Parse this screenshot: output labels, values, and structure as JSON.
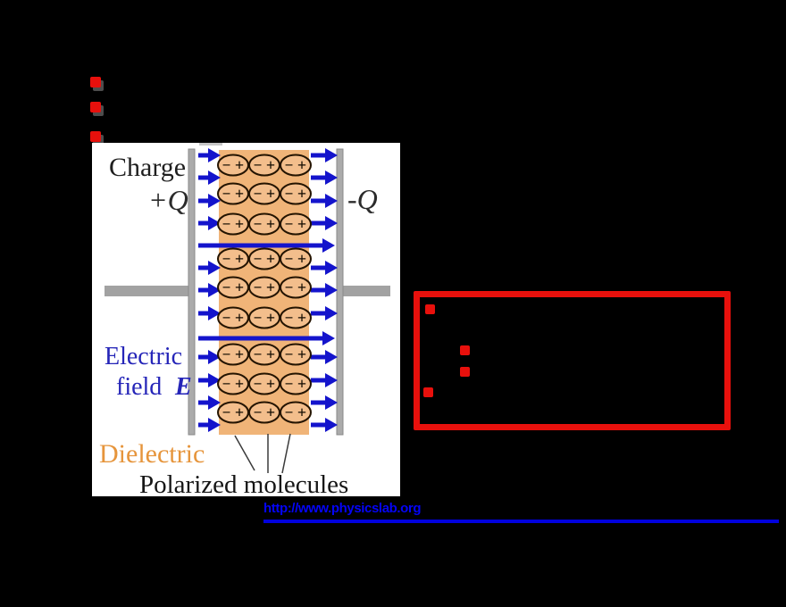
{
  "slide": {
    "background_color": "#000000",
    "top_bullet_list": {
      "bullet_count": 3,
      "bullet_color": "#E8100C",
      "shadow_color": "#4D4D4D"
    },
    "callout_box": {
      "border_color": "#E8100C",
      "bullet_color": "#E8100C",
      "level1_bullet_count": 2,
      "level2_bullet_count": 2
    },
    "link": {
      "text": "http://www.physicslab.org",
      "color": "#0404F8",
      "underline_color": "#0101DD"
    }
  },
  "diagram": {
    "type": "capacitor-with-dielectric-figure",
    "labels": {
      "charge_word": "Charge",
      "charge_plus": "+Q",
      "charge_minus": "-Q",
      "efield_line1": "Electric",
      "efield_word": "field",
      "efield_symbol": "E",
      "dielectric": "Dielectric",
      "polarized": "Polarized molecules"
    },
    "colors": {
      "background": "#FFFFFF",
      "dielectric": "#F0B478",
      "molecule_fill": "#F3BE8C",
      "molecule_outline": "#241400",
      "field_arrow": "#1414CC",
      "plate": "#ABABAB",
      "wire": "#A2A2A2",
      "label_blue": "#2525B8",
      "label_orange": "#E6953C"
    },
    "molecule": {
      "minus": "−",
      "plus": "+",
      "rows_y": [
        25,
        57,
        91,
        130,
        162,
        196,
        237,
        270,
        302
      ],
      "cols_x": [
        158,
        193,
        228
      ],
      "rx": 17,
      "ry": 11.5
    },
    "field_arrows": {
      "short_rows_y": [
        14,
        39,
        65,
        90,
        140,
        165,
        191,
        240,
        266,
        291,
        316
      ],
      "long_rows_y": [
        115,
        219
      ]
    }
  }
}
